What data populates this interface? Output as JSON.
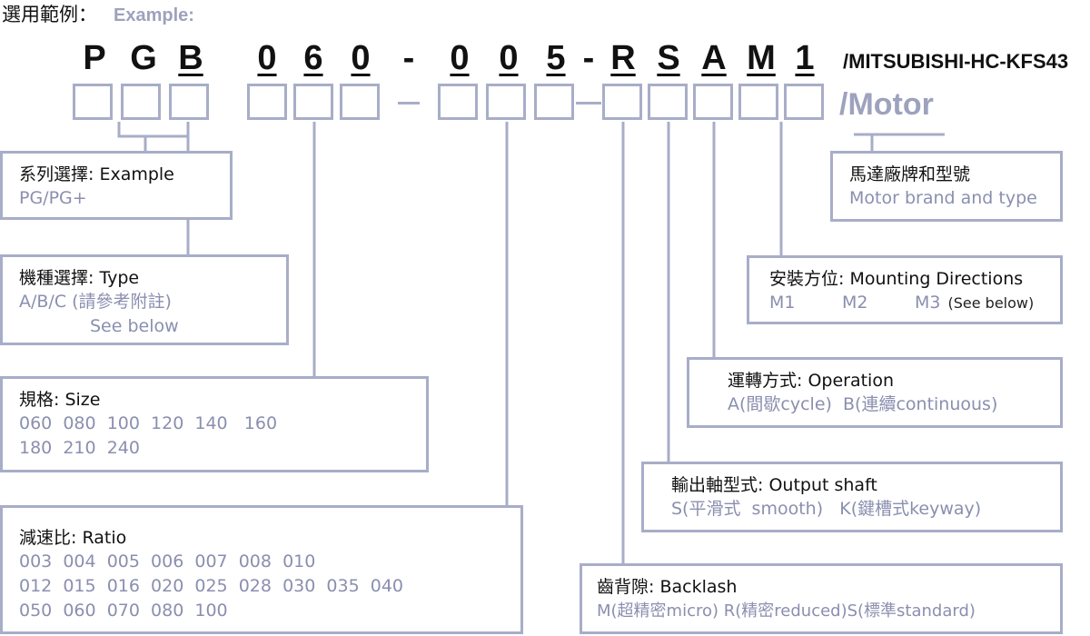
{
  "header": {
    "title": "選用範例：",
    "example": "Example:"
  },
  "code": {
    "chars": [
      "P",
      "G",
      "B",
      "0",
      "6",
      "0",
      "-",
      "0",
      "0",
      "5",
      "-",
      "R",
      "S",
      "A",
      "M",
      "1"
    ],
    "motor_code": "/MITSUBISHI-HC-KFS43",
    "motor_label": "/Motor"
  },
  "boxes": {
    "series": {
      "title": "系列選擇: Example",
      "lines": [
        "PG/PG+"
      ]
    },
    "type": {
      "title": "機種選擇: Type",
      "lines": [
        "A/B/C (請參考附註)",
        "See below"
      ]
    },
    "size": {
      "title": "規格: Size",
      "lines": [
        "060  080  100  120  140   160",
        "180  210  240"
      ]
    },
    "ratio": {
      "title": "減速比: Ratio",
      "lines": [
        "003  004  005  006  007  008  010",
        "012  015  016  020  025  028  030  035  040",
        "050  060  070  080  100"
      ]
    },
    "motor": {
      "title": "馬達廠牌和型號",
      "lines": [
        "Motor brand and type"
      ]
    },
    "mounting": {
      "title": "安裝方位:  Mounting Directions",
      "lines": [
        "M1",
        "M2",
        "M3"
      ],
      "note": "(See below)"
    },
    "operation": {
      "title": "運轉方式: Operation",
      "lines": [
        "A(間歇cycle)  B(連續continuous)"
      ]
    },
    "shaft": {
      "title": "輸出軸型式: Output shaft",
      "lines": [
        "S(平滑式  smooth)   K(鍵槽式keyway)"
      ]
    },
    "backlash": {
      "title": "齒背隙: Backlash",
      "lines": [
        "M(超精密micro) R(精密reduced)S(標準standard)"
      ]
    }
  },
  "colors": {
    "frame": "#a8adc8",
    "value_text": "#8a8faf",
    "label_text": "#111111"
  }
}
